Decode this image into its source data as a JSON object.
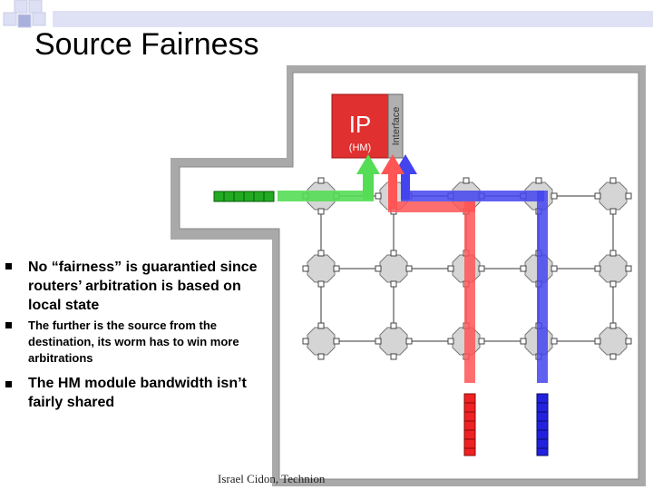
{
  "title": "Source Fairness",
  "ip_block": {
    "label": "IP",
    "sublabel": "(HM)",
    "interface_label": "Interface"
  },
  "bullets": [
    "No “fairness” is guarantied since routers’ arbitration is based on local state",
    "The further is the source from the destination, its worm has to win more arbitrations",
    "The HM module bandwidth isn’t fairly shared"
  ],
  "footer": "Israel Cidon, Technion",
  "colors": {
    "green": "#55dd55",
    "red": "#ff5555",
    "blue": "#4444ee",
    "ip": "#e03030"
  }
}
